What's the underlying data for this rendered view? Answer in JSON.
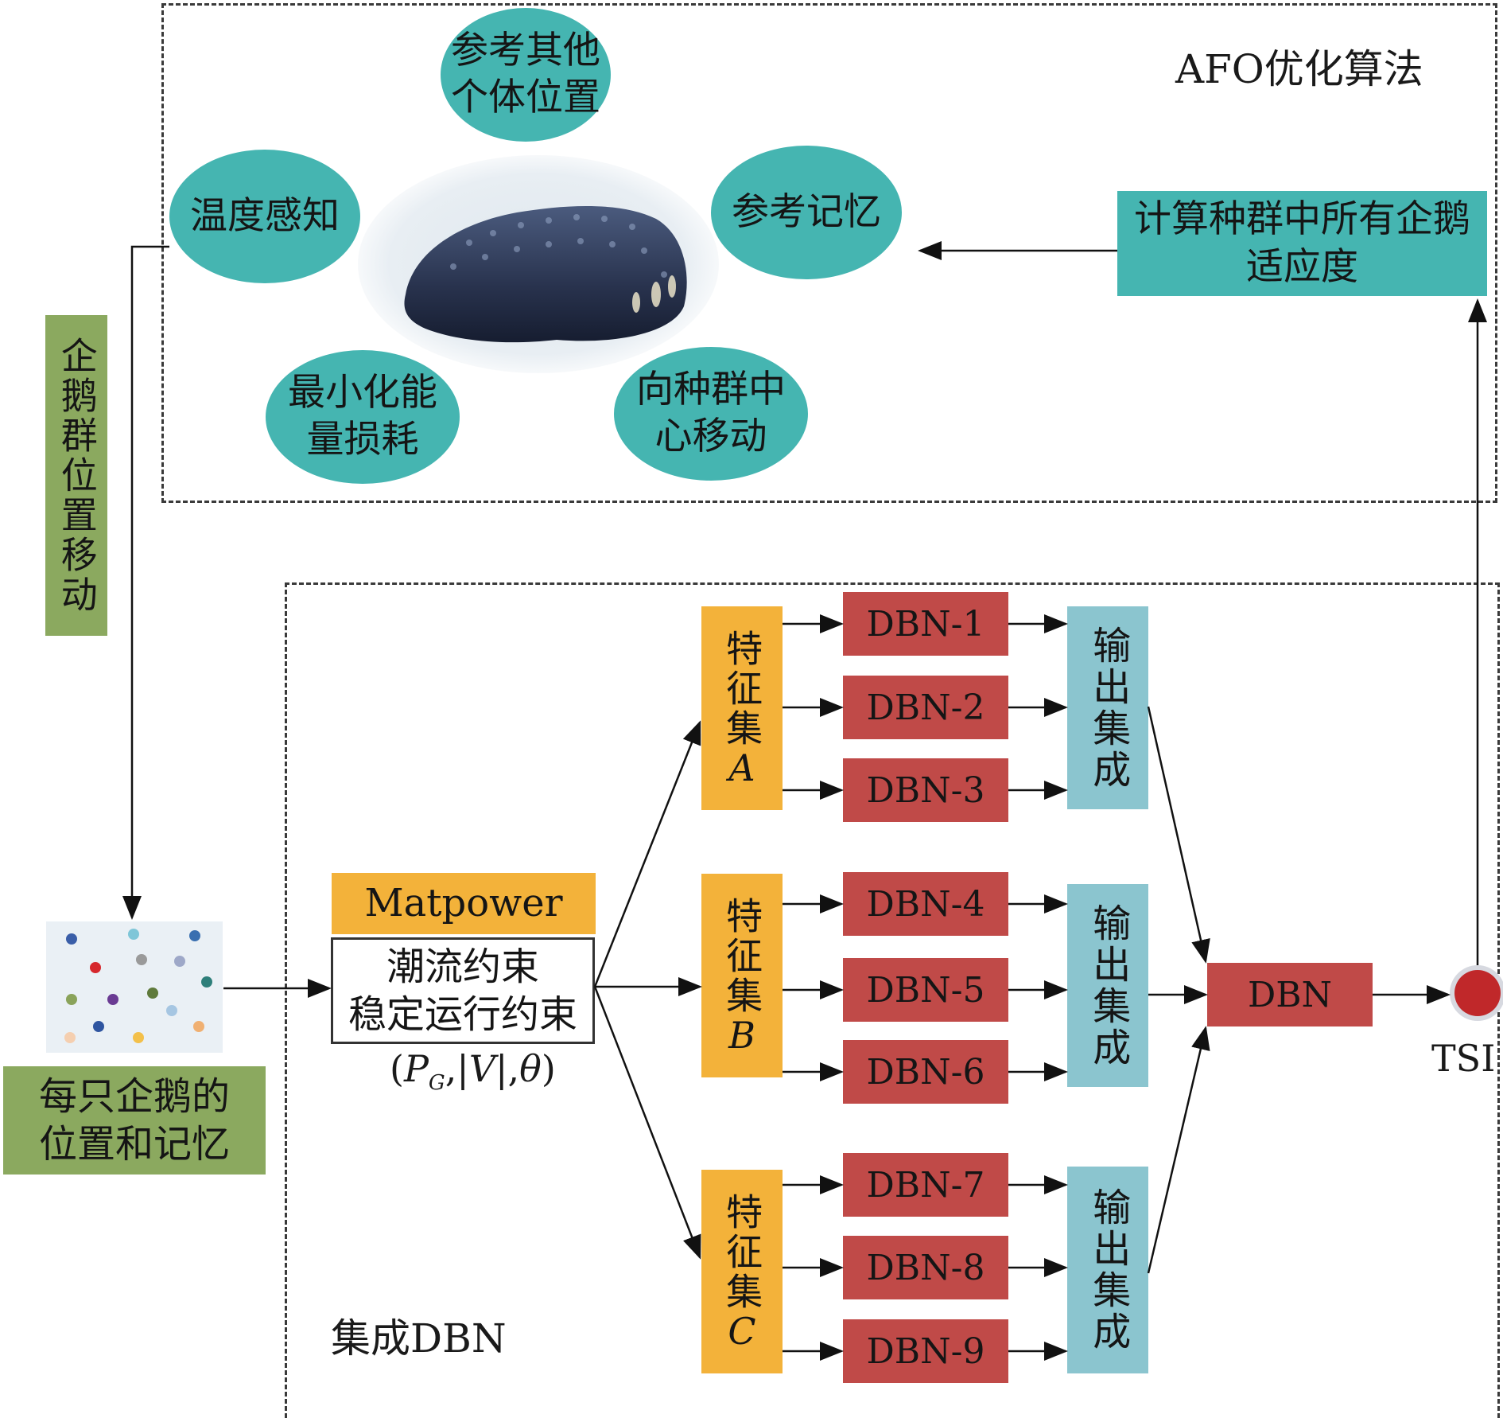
{
  "afo": {
    "title": "AFO优化算法",
    "behaviors": {
      "others": "参考其他\n个体位置",
      "temperature": "温度感知",
      "memory": "参考记忆",
      "energy": "最小化能\n量损耗",
      "center": "向种群中\n心移动"
    },
    "fitness": "计算种群中所有企鹅\n适应度"
  },
  "move_label": "企鹅群位置移动",
  "penguin_memory": "每只企鹅的\n位置和记忆",
  "ensemble": {
    "title": "集成DBN",
    "matpower": "Matpower",
    "constraints": "潮流约束\n稳定运行约束",
    "vars": {
      "open": "(",
      "P": "P",
      "G": "G",
      "mid": ",|",
      "V": "V",
      "sep": "|,",
      "theta": "θ",
      "close": ")"
    },
    "feature_word": "特征集",
    "feature_sets": [
      "A",
      "B",
      "C"
    ],
    "dbns": [
      "DBN-1",
      "DBN-2",
      "DBN-3",
      "DBN-4",
      "DBN-5",
      "DBN-6",
      "DBN-7",
      "DBN-8",
      "DBN-9"
    ],
    "output": "输出集成",
    "final": "DBN",
    "tsi": "TSI"
  },
  "colors": {
    "teal": "#45b5b1",
    "green": "#8ba95f",
    "orange": "#f3b23a",
    "red": "#c04a48",
    "light_blue": "#8bc5cf",
    "tsi_dot": "#c0282a"
  }
}
